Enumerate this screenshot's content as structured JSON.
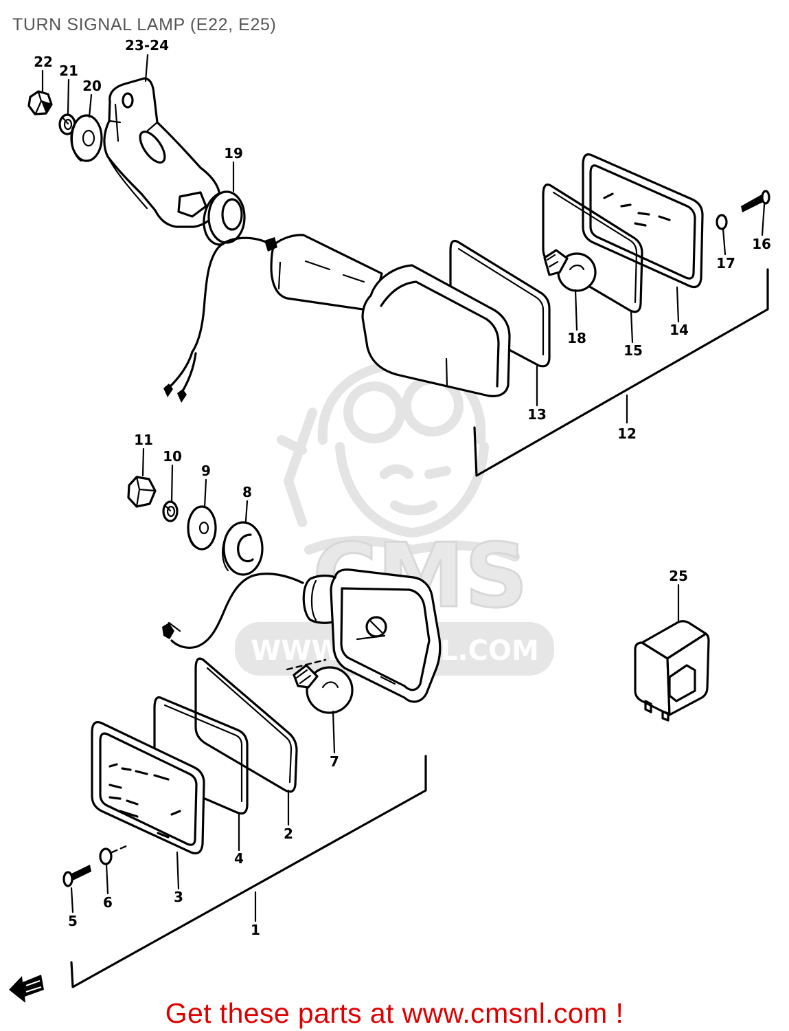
{
  "title": "TURN SIGNAL LAMP (E22, E25)",
  "callouts": [
    "22",
    "21",
    "20",
    "23-24",
    "19",
    "16",
    "17",
    "14",
    "15",
    "18",
    "13",
    "12",
    "11",
    "10",
    "9",
    "8",
    "25",
    "7",
    "2",
    "4",
    "3",
    "6",
    "5",
    "1"
  ],
  "watermark": {
    "logo": "CMS",
    "url": "WWW.CMSNL.COM"
  },
  "footer": {
    "text": "Get these parts at www.cmsnl.com !"
  },
  "colors": {
    "line": "#000000",
    "title": "#555555",
    "footer": "#dd0000",
    "watermark": "#e4e4e4",
    "background": "#ffffff"
  }
}
